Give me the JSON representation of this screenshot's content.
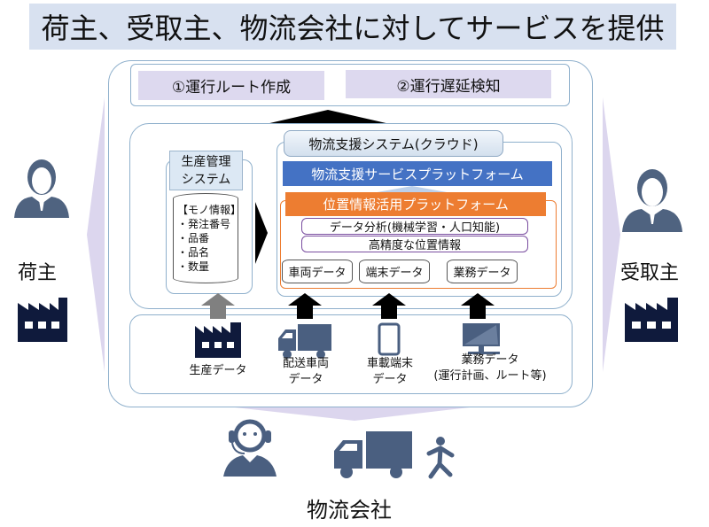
{
  "title": "荷主、受取主、物流会社に対してサービスを提供",
  "results": [
    {
      "label": "①運行ルート作成"
    },
    {
      "label": "②運行遅延検知"
    }
  ],
  "production_system": {
    "title_line1": "生産管理",
    "title_line2": "システム",
    "db_header": "【モノ情報】",
    "db_items": [
      "・発注番号",
      "・品番",
      "・品名",
      "・数量"
    ]
  },
  "cloud": {
    "title": "物流支援システム(クラウド)",
    "service_platform": "物流支援サービスプラットフォーム",
    "location_platform": "位置情報活用プラットフォーム",
    "analysis": "データ分析(機械学習・人口知能)",
    "precise_location": "高精度な位置情報",
    "databases": [
      "車両データ",
      "端末データ",
      "業務データ"
    ]
  },
  "sources": [
    {
      "icon": "factory-icon",
      "line1": "生産データ",
      "line2": ""
    },
    {
      "icon": "truck-icon",
      "line1": "配送車両",
      "line2": "データ"
    },
    {
      "icon": "tablet-icon",
      "line1": "車載端末",
      "line2": "データ"
    },
    {
      "icon": "monitor-icon",
      "line1": "業務データ",
      "line2": "(運行計画、ルート等)"
    }
  ],
  "actors": {
    "shipper": "荷主",
    "receiver": "受取主",
    "logistics": "物流会社"
  },
  "colors": {
    "title_bg": "#d8e1f0",
    "result_bg": "#ddd9ef",
    "service_platform": "#4472c4",
    "location_platform": "#ed7d31",
    "analysis_border": "#7a4ea0",
    "icon_dark": "#0f1a3c",
    "icon_slate": "#4a5f80",
    "chevron": "#dcd6ee"
  }
}
